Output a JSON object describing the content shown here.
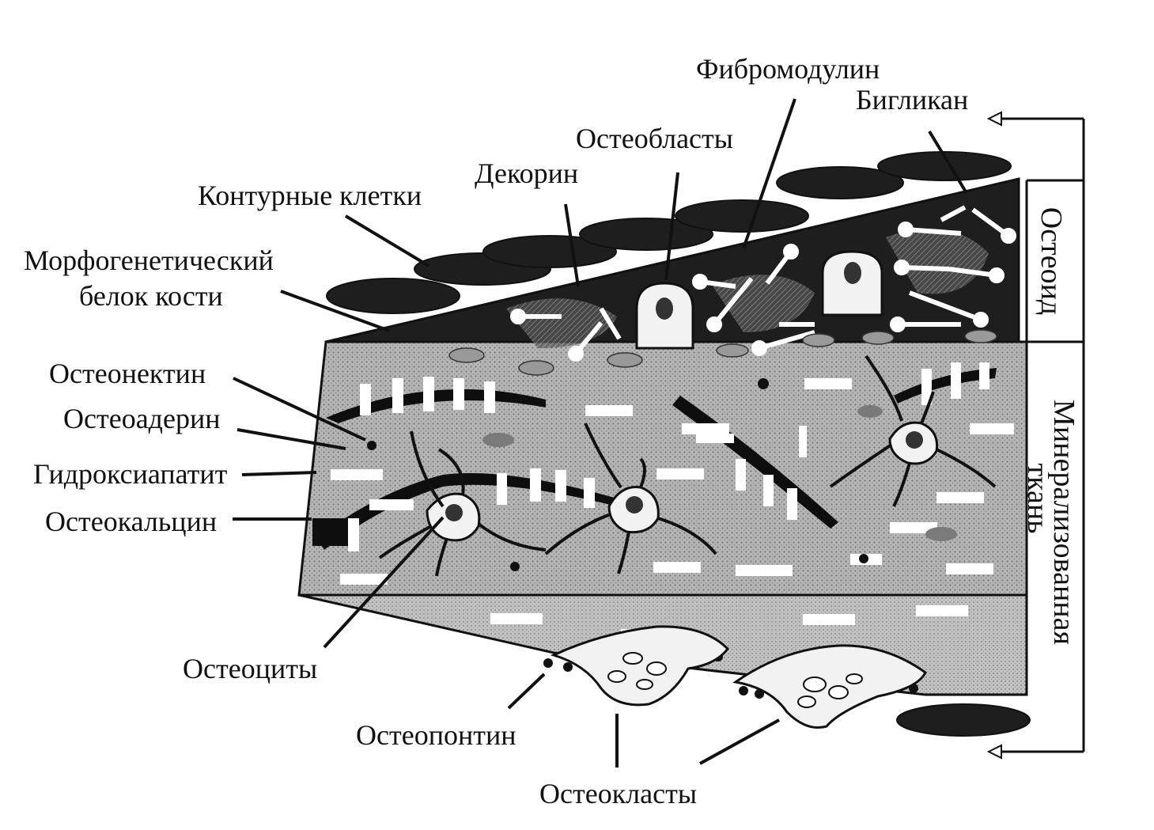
{
  "labels": {
    "fibromodulin": "Фибромодулин",
    "biglycan": "Бигликан",
    "osteoblasts": "Остеобласты",
    "decorin": "Декорин",
    "lining_cells": "Контурные клетки",
    "bmp_line1": "Морфогенетический",
    "bmp_line2": "белок кости",
    "osteonectin": "Остеонектин",
    "osteoadherin": "Остеоадерин",
    "hydroxyapatite": "Гидроксиапатит",
    "osteocalcin": "Остеокальцин",
    "osteocytes": "Остеоциты",
    "osteopontin": "Остеопонтин",
    "osteoclasts": "Остеокласты"
  },
  "side_labels": {
    "osteoid": "Остеоид",
    "mineralized_line1": "Минерализованная",
    "mineralized_line2": "ткань"
  },
  "colors": {
    "ink": "#111111",
    "osteoid_fill": "#1e1e1e",
    "mineral_fill": "#a9a9a9",
    "lower_fill": "#b8b8b8",
    "cell_fill": "#f2f2f2"
  }
}
